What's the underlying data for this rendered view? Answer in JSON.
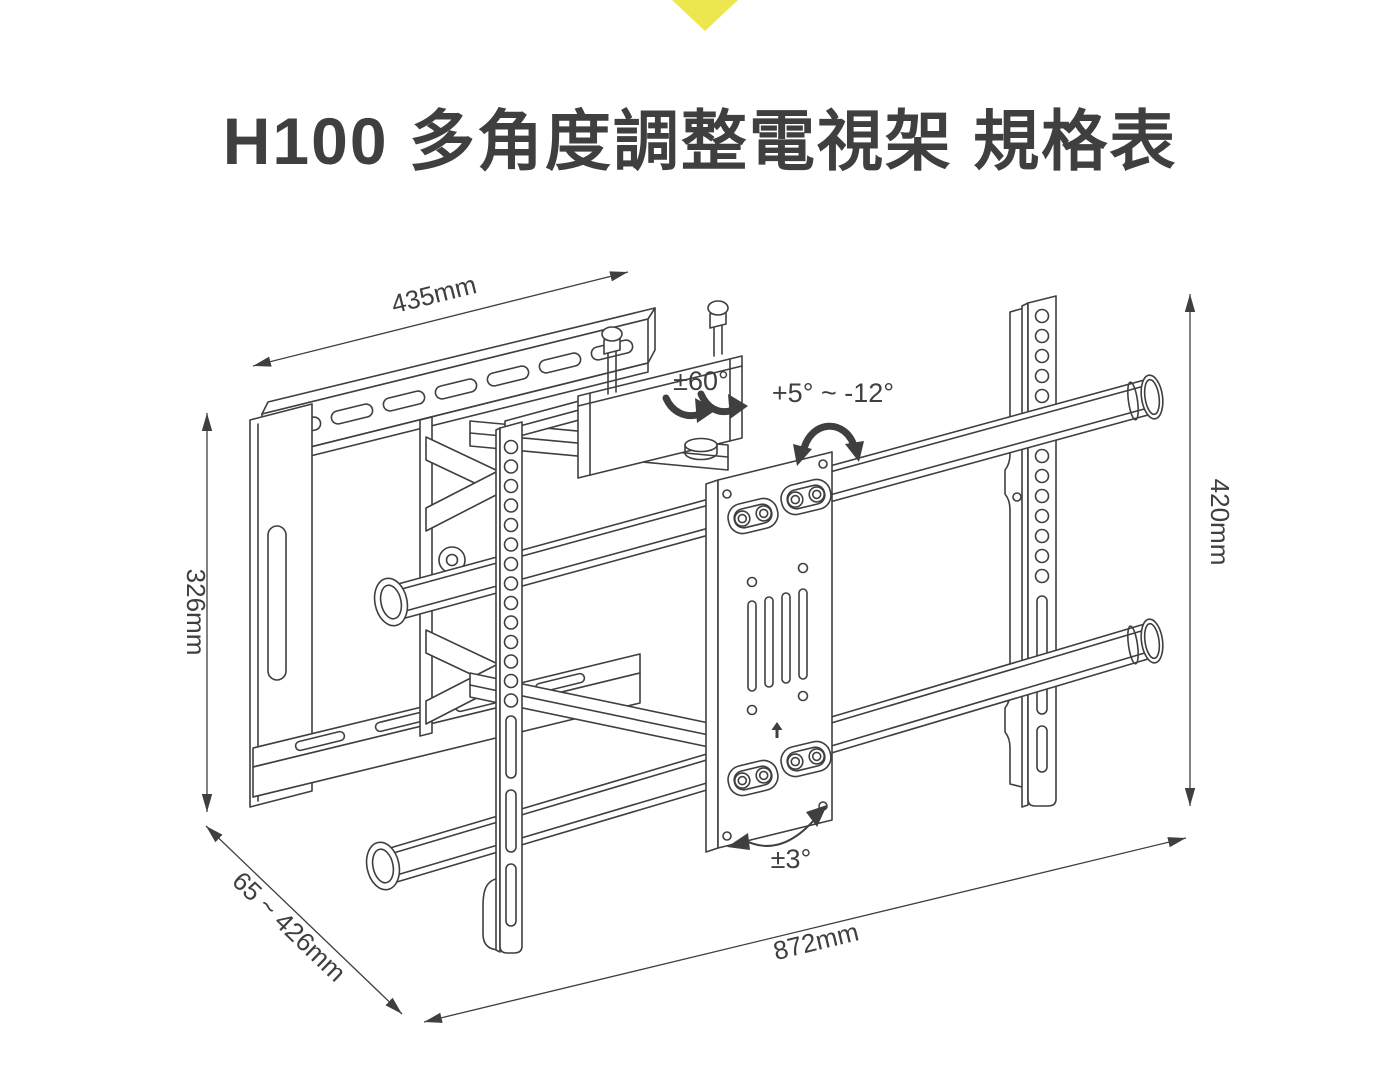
{
  "page": {
    "title": "H100 多角度調整電視架 規格表",
    "accent_yellow": "#ece74e",
    "ink_color": "#3f3f40",
    "background": "#ffffff"
  },
  "dimensions": {
    "wall_plate_width": "435mm",
    "wall_plate_height": "326mm",
    "extension_range": "65 ~ 426mm",
    "bracket_span_width": "872mm",
    "bracket_height": "420mm"
  },
  "angles": {
    "swivel": "±60°",
    "tilt": "+5° ~ -12°",
    "level": "±3°"
  }
}
